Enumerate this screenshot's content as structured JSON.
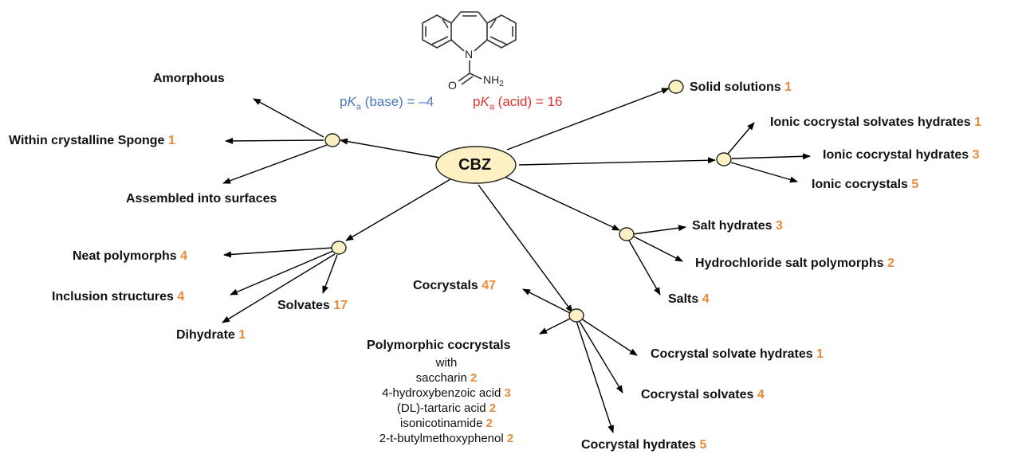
{
  "center": {
    "label": "CBZ"
  },
  "molecule": {
    "nh2": "NH",
    "nh2_sub": "2",
    "n": "N",
    "o": "O"
  },
  "pka": {
    "base": {
      "p": "p",
      "k": "K",
      "a": "a",
      "rest": " (base) = –4",
      "color": "#4a78c0"
    },
    "acid": {
      "p": "p",
      "k": "K",
      "a": "a",
      "rest": " (acid) = 16",
      "color": "#e0322f"
    }
  },
  "accent_color": "#e98a3a",
  "node_fill": "#fdf0c2",
  "labels": {
    "amorphous": {
      "text": "Amorphous",
      "num": ""
    },
    "sponge": {
      "text": "Within crystalline Sponge ",
      "num": "1"
    },
    "surfaces": {
      "text": "Assembled into surfaces",
      "num": ""
    },
    "neat": {
      "text": "Neat polymorphs ",
      "num": "4"
    },
    "inclusion": {
      "text": "Inclusion structures ",
      "num": "4"
    },
    "dihydrate": {
      "text": "Dihydrate ",
      "num": "1"
    },
    "solvates": {
      "text": "Solvates ",
      "num": "17"
    },
    "cocrystals": {
      "text": "Cocrystals ",
      "num": "47"
    },
    "polymorphic": {
      "text": "Polymorphic cocrystals",
      "num": ""
    },
    "cc_solvate_hydrates": {
      "text": "Cocrystal solvate hydrates ",
      "num": "1"
    },
    "cc_solvates": {
      "text": "Cocrystal solvates ",
      "num": "4"
    },
    "cc_hydrates": {
      "text": "Cocrystal hydrates ",
      "num": "5"
    },
    "salt_hydrates": {
      "text": "Salt hydrates ",
      "num": "3"
    },
    "hcl_polymorphs": {
      "text": "Hydrochloride salt polymorphs ",
      "num": "2"
    },
    "salts": {
      "text": "Salts ",
      "num": "4"
    },
    "solid_solutions": {
      "text": "Solid solutions ",
      "num": "1"
    },
    "ionic_solv_hyd": {
      "text": "Ionic cocrystal solvates hydrates ",
      "num": "1"
    },
    "ionic_hyd": {
      "text": "Ionic cocrystal hydrates ",
      "num": "3"
    },
    "ionic": {
      "text": "Ionic cocrystals ",
      "num": "5"
    }
  },
  "polymorphic_list": {
    "with": "with",
    "items": [
      {
        "text": "saccharin ",
        "num": "2"
      },
      {
        "text": "4-hydroxybenzoic acid ",
        "num": "3"
      },
      {
        "text": "(DL)-tartaric acid ",
        "num": "2"
      },
      {
        "text": "isonicotinamide ",
        "num": "2"
      },
      {
        "text": "2-t-butylmethoxyphenol ",
        "num": "2"
      }
    ]
  }
}
